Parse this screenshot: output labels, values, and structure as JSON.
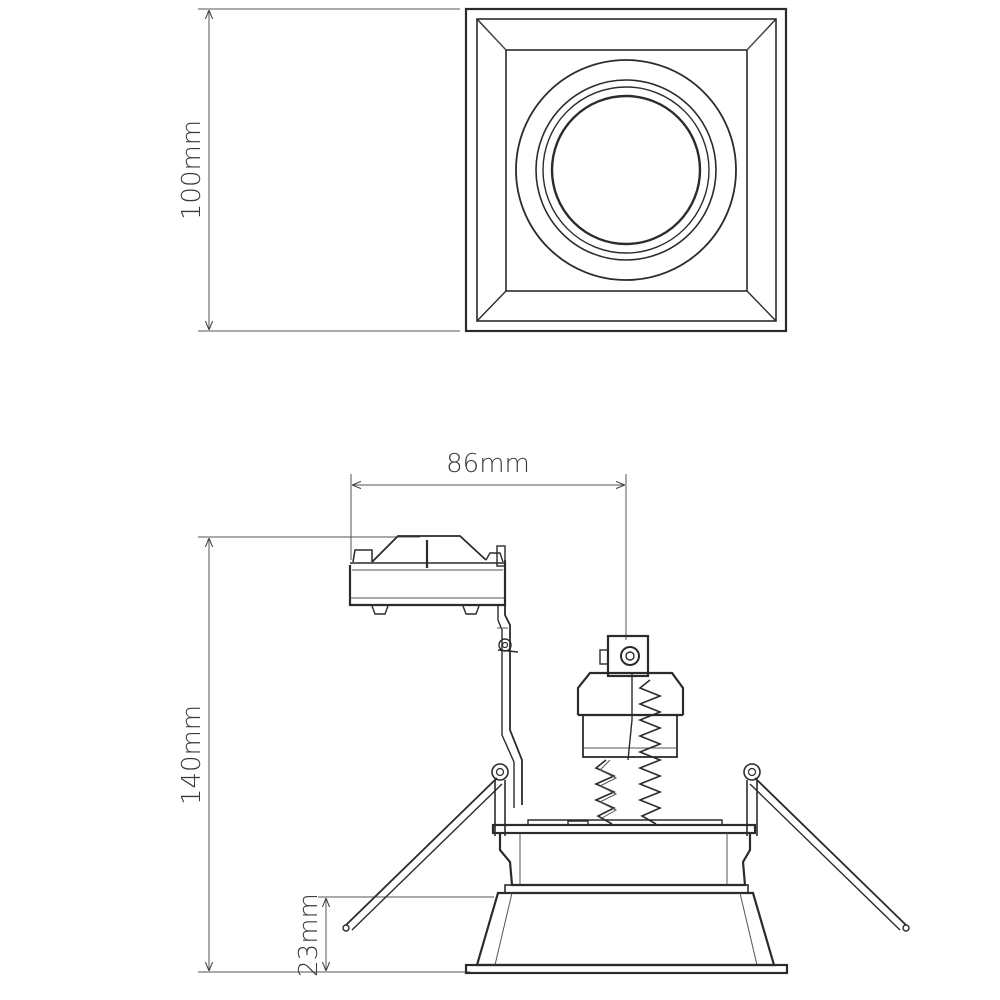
{
  "dimensions": {
    "top_height": "100mm",
    "width": "86mm",
    "overall_height": "140mm",
    "trim_depth": "23mm"
  },
  "colors": {
    "line": "#2b2b2b",
    "dimension_line": "#555555",
    "background": "#ffffff"
  }
}
